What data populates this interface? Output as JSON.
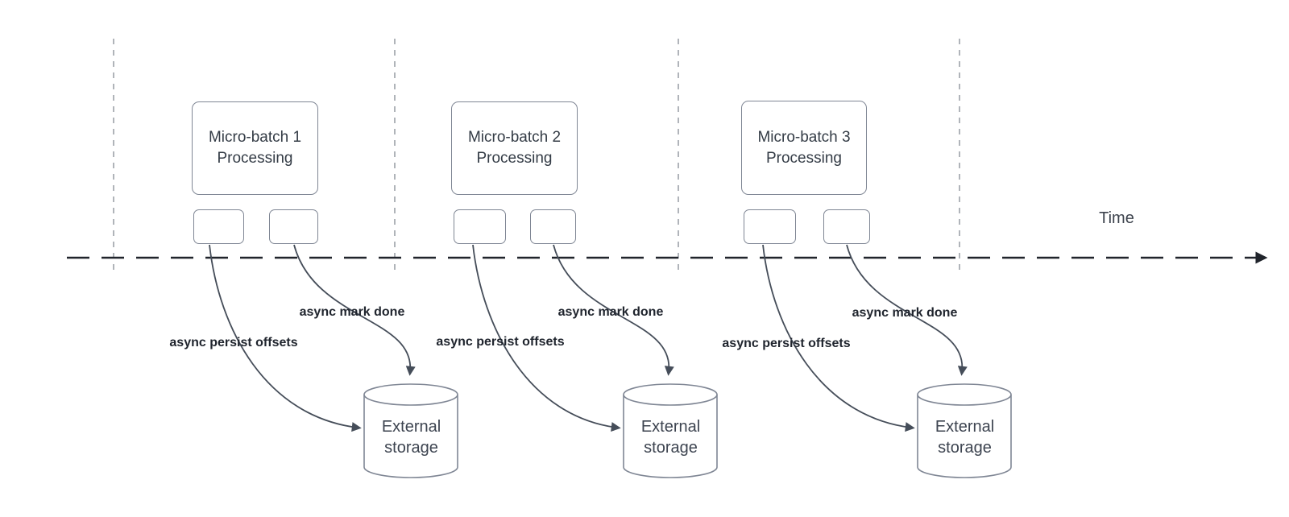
{
  "timeline": {
    "label": "Time"
  },
  "colors": {
    "timeline_stroke": "#20242b",
    "gridline_stroke": "#9ca1a8",
    "arrow_stroke": "#454d59",
    "box_border": "#7f8694",
    "box_text": "#343c46",
    "label_text": "#20252e"
  },
  "sections": [
    {
      "processing_label": "Micro-batch 1\nProcessing",
      "persist_label": "async persist offsets",
      "mark_done_label": "async mark done",
      "storage_label": "External\nstorage"
    },
    {
      "processing_label": "Micro-batch 2\nProcessing",
      "persist_label": "async persist offsets",
      "mark_done_label": "async mark done",
      "storage_label": "External\nstorage"
    },
    {
      "processing_label": "Micro-batch 3\nProcessing",
      "persist_label": "async persist offsets",
      "mark_done_label": "async mark done",
      "storage_label": "External\nstorage"
    }
  ]
}
